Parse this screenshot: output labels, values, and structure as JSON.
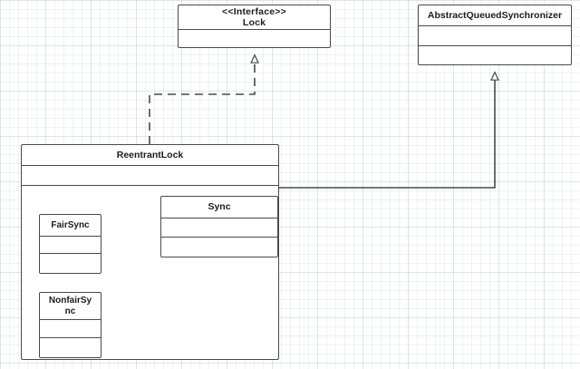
{
  "diagram": {
    "type": "uml-class-diagram",
    "title": "ReentrantLock class hierarchy",
    "background": "#ffffff",
    "grid_color": "#eef1f4",
    "line_color": "#4a4a4a",
    "text_color": "#1c1c1c"
  },
  "classes": {
    "lock": {
      "stereotype": "<<Interface>>",
      "name": "Lock",
      "compartments": [
        "",
        ""
      ]
    },
    "aqs": {
      "name": "AbstractQueuedSynchronizer",
      "compartments": [
        "",
        ""
      ]
    },
    "reentrant_lock": {
      "name": "ReentrantLock",
      "compartments": [
        "",
        ""
      ]
    },
    "sync": {
      "name": "Sync",
      "compartments": [
        "",
        ""
      ]
    },
    "fair_sync": {
      "name": "FairSync",
      "compartments": [
        "",
        ""
      ]
    },
    "nonfair_sync": {
      "name_line1": "NonfairSy",
      "name_line2": "nc",
      "compartments": [
        "",
        ""
      ]
    }
  },
  "relationships": [
    {
      "id": "realization-reentrantlock-lock",
      "from": "ReentrantLock",
      "to": "Lock",
      "kind": "realization",
      "style": "dashed",
      "arrowhead": "hollow-triangle"
    },
    {
      "id": "generalization-sync-aqs",
      "from": "Sync",
      "to": "AbstractQueuedSynchronizer",
      "kind": "generalization",
      "style": "solid",
      "arrowhead": "hollow-triangle"
    },
    {
      "id": "generalization-fairsync-sync",
      "from": "FairSync",
      "to": "Sync",
      "kind": "generalization",
      "style": "solid",
      "arrowhead": "hollow-triangle"
    },
    {
      "id": "generalization-nonfairsync-sync",
      "from": "NonfairSync",
      "to": "Sync",
      "kind": "generalization",
      "style": "solid",
      "arrowhead": "hollow-triangle"
    }
  ]
}
